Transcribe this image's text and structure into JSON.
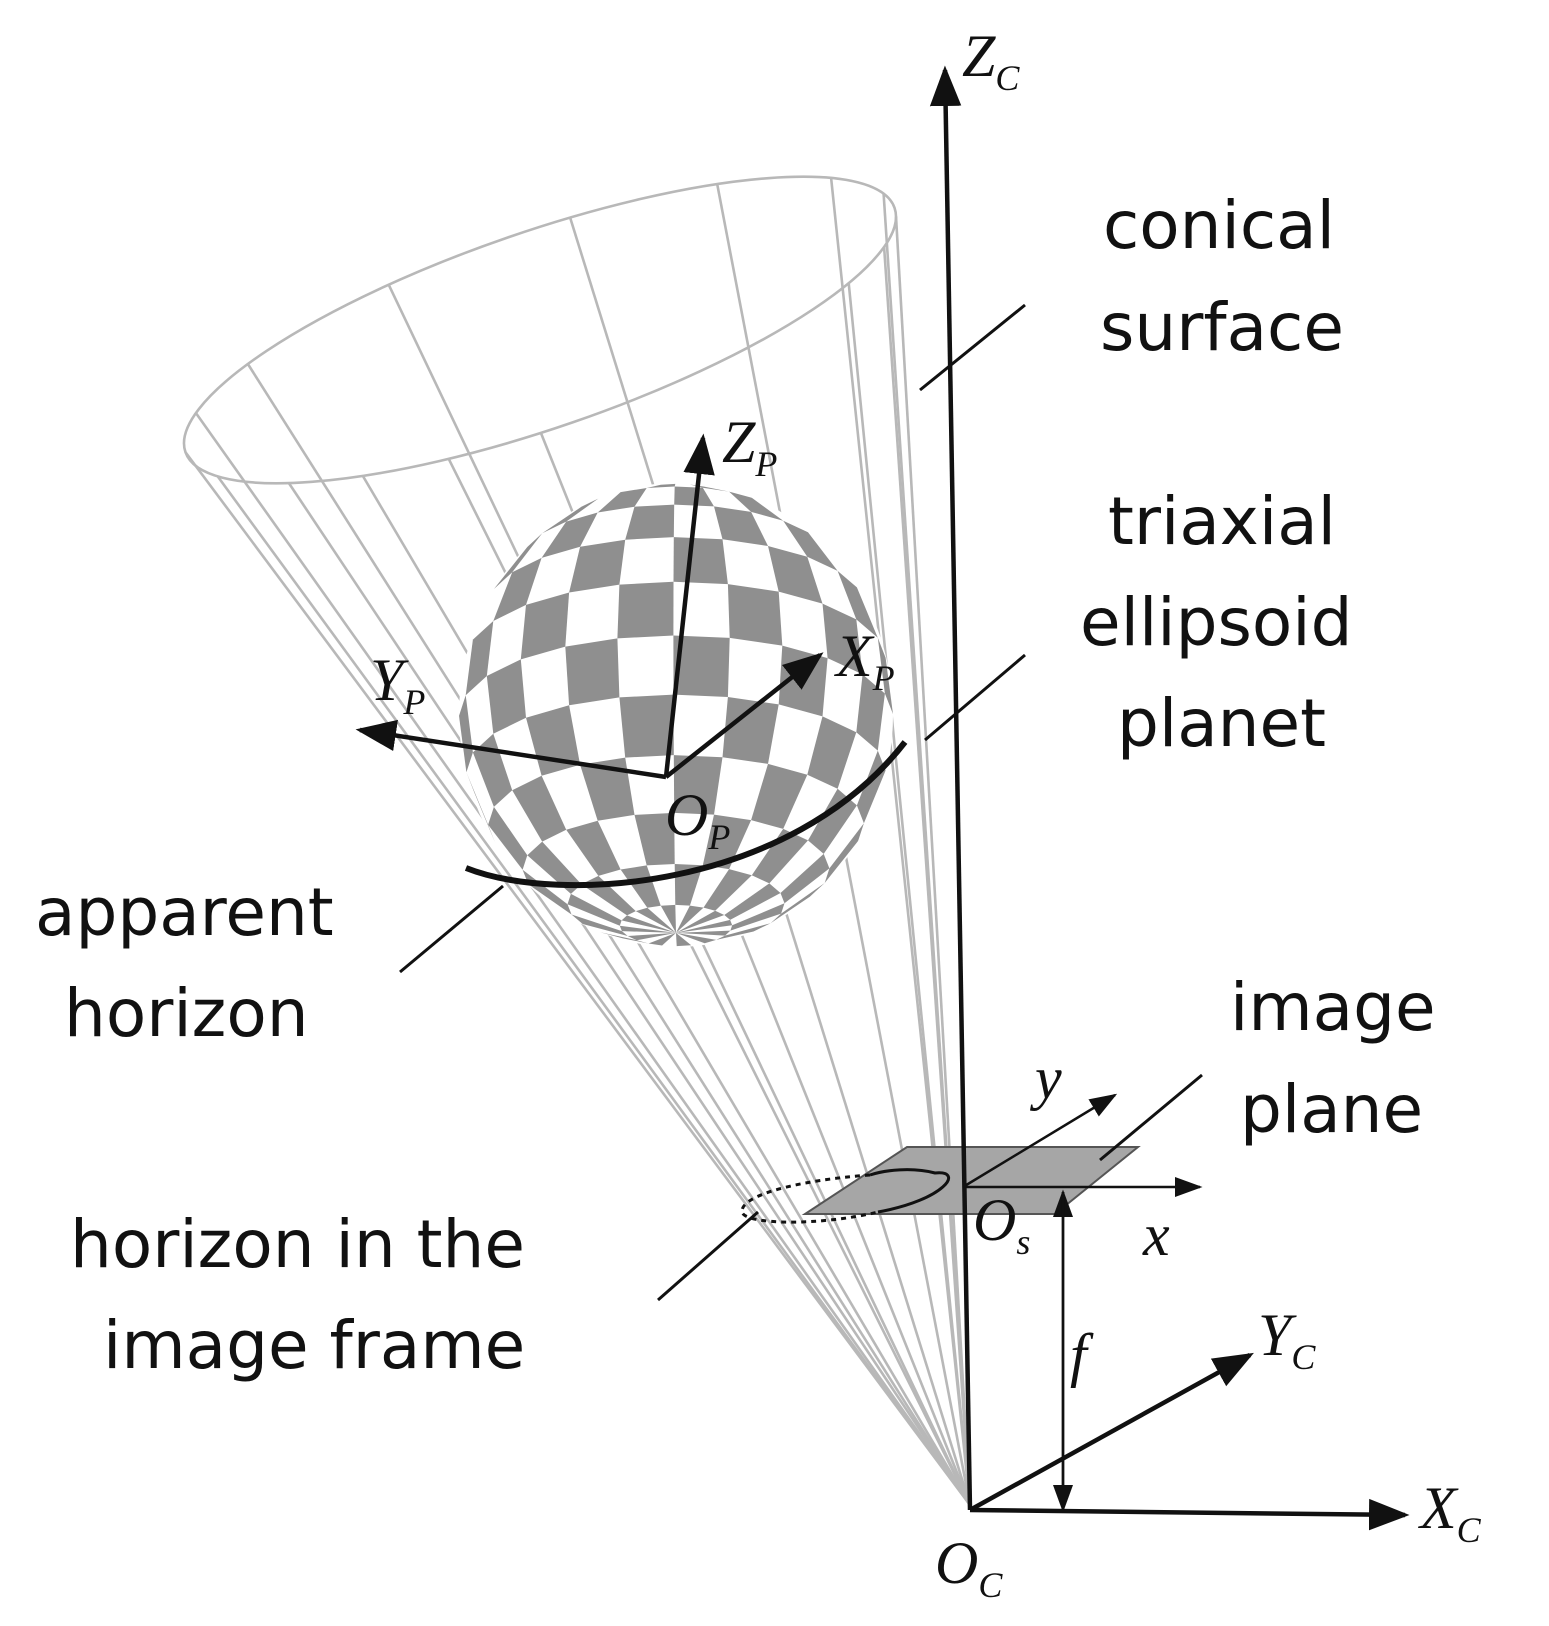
{
  "labels": {
    "conical_surface": [
      "conical",
      "surface"
    ],
    "triaxial_ellipsoid_planet": [
      "triaxial",
      "ellipsoid",
      "planet"
    ],
    "apparent_horizon": [
      "apparent",
      "horizon"
    ],
    "image_plane": [
      "image",
      "plane"
    ],
    "horizon_in_image_frame": [
      "horizon in the",
      "image frame"
    ]
  },
  "axes": {
    "camera_z": {
      "main": "Z",
      "sub": "C"
    },
    "camera_y": {
      "main": "Y",
      "sub": "C"
    },
    "camera_x": {
      "main": "X",
      "sub": "C"
    },
    "camera_origin": {
      "main": "O",
      "sub": "C"
    },
    "planet_z": {
      "main": "Z",
      "sub": "P"
    },
    "planet_y": {
      "main": "Y",
      "sub": "P"
    },
    "planet_x": {
      "main": "X",
      "sub": "P"
    },
    "planet_origin": {
      "main": "O",
      "sub": "P"
    },
    "image_y": {
      "main": "y"
    },
    "image_x": {
      "main": "x"
    },
    "image_origin": {
      "main": "O",
      "sub": "s"
    },
    "focal_length": {
      "main": "f"
    }
  },
  "colors": {
    "ink": "#111111",
    "cone": "#b8b8b8",
    "checker_dark": "#8f8f8f",
    "checker_light": "#ffffff",
    "image_plane_fill": "#a6a6a6"
  }
}
